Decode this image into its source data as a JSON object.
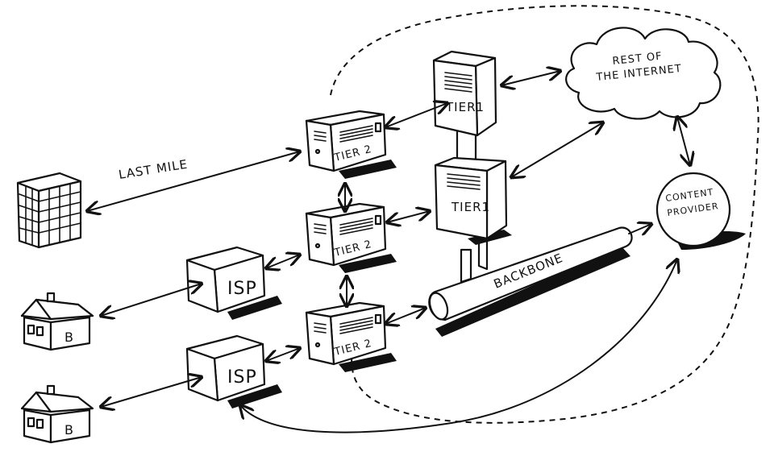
{
  "labels": {
    "last_mile": "LAST MILE",
    "rest_of": "REST OF",
    "the_internet": "THE INTERNET",
    "content": "CONTENT",
    "provider": "PROVIDER",
    "backbone": "BACKBONE",
    "tier1": "TIER1",
    "tier2": "TIER 2",
    "isp": "ISP"
  },
  "colors": {
    "ink": "#111111",
    "paper": "#ffffff"
  },
  "icons": [
    "office-building-icon",
    "house-icon",
    "isp-box-icon",
    "server-tier2-icon",
    "server-tier1-icon",
    "cloud-icon",
    "globe-icon",
    "backbone-pipe-icon"
  ]
}
